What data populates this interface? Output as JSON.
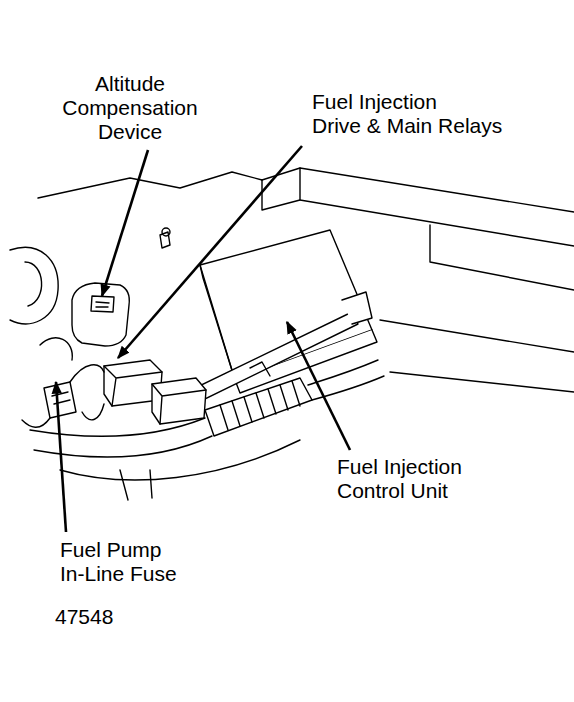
{
  "diagram": {
    "labels": [
      "Altitude Compensation Device",
      "Fuel Injection Drive & Main Relays",
      "Fuel Injection Control Unit",
      "Fuel Pump In-Line Fuse",
      "47548"
    ]
  }
}
